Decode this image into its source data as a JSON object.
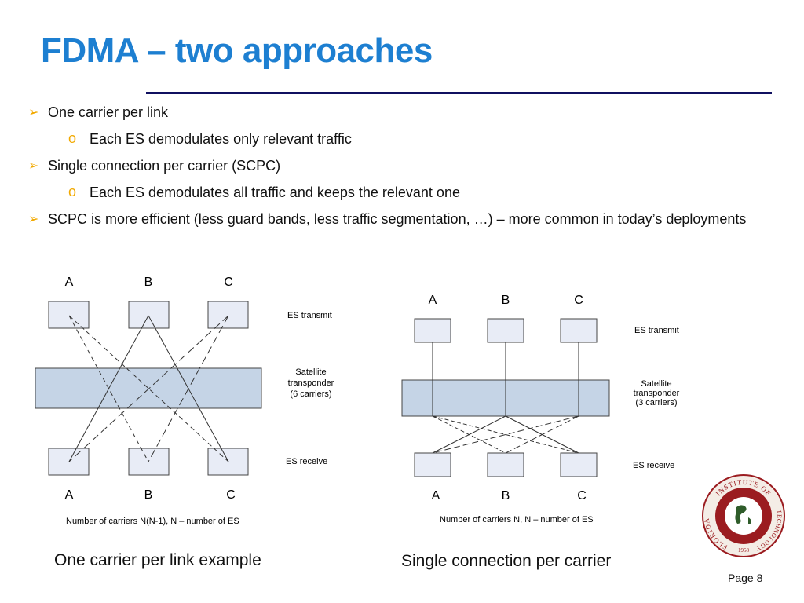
{
  "slide": {
    "title": "FDMA – two approaches",
    "page": "Page 8"
  },
  "bullets": [
    {
      "level": 1,
      "text": "One carrier per link"
    },
    {
      "level": 2,
      "text": "Each ES demodulates only relevant traffic"
    },
    {
      "level": 1,
      "text": "Single connection per carrier (SCPC)"
    },
    {
      "level": 2,
      "text": "Each ES demodulates all traffic and keeps the relevant one"
    },
    {
      "level": 1,
      "text": "SCPC is more efficient (less guard bands, less traffic segmentation, …) – more common in today’s deployments"
    }
  ],
  "left_diagram": {
    "top_labels": [
      "A",
      "B",
      "C"
    ],
    "bottom_labels": [
      "A",
      "B",
      "C"
    ],
    "es_transmit": "ES transmit",
    "transponder": [
      "Satellite",
      "transponder",
      "(6 carriers)"
    ],
    "es_receive": "ES receive",
    "note": "Number of carriers N(N-1), N – number of ES",
    "caption": "One carrier per link example"
  },
  "right_diagram": {
    "top_labels": [
      "A",
      "B",
      "C"
    ],
    "bottom_labels": [
      "A",
      "B",
      "C"
    ],
    "es_transmit": "ES transmit",
    "transponder": [
      "Satellite",
      "transponder",
      "(3 carriers)"
    ],
    "es_receive": "ES receive",
    "note": "Number of carriers N, N – number of ES",
    "caption": "Single connection per carrier"
  },
  "logo": {
    "text_top": "INSTITUTE OF",
    "text_left": "FLORIDA",
    "text_right": "TECHNOLOGY",
    "year": "1958"
  },
  "colors": {
    "title": "#1d7fd1",
    "rule": "#101060",
    "bullet_marker": "#f2a900",
    "box_fill": "#e8ecf6",
    "transponder_fill": "#c5d4e6",
    "seal_red": "#9b1c20"
  }
}
